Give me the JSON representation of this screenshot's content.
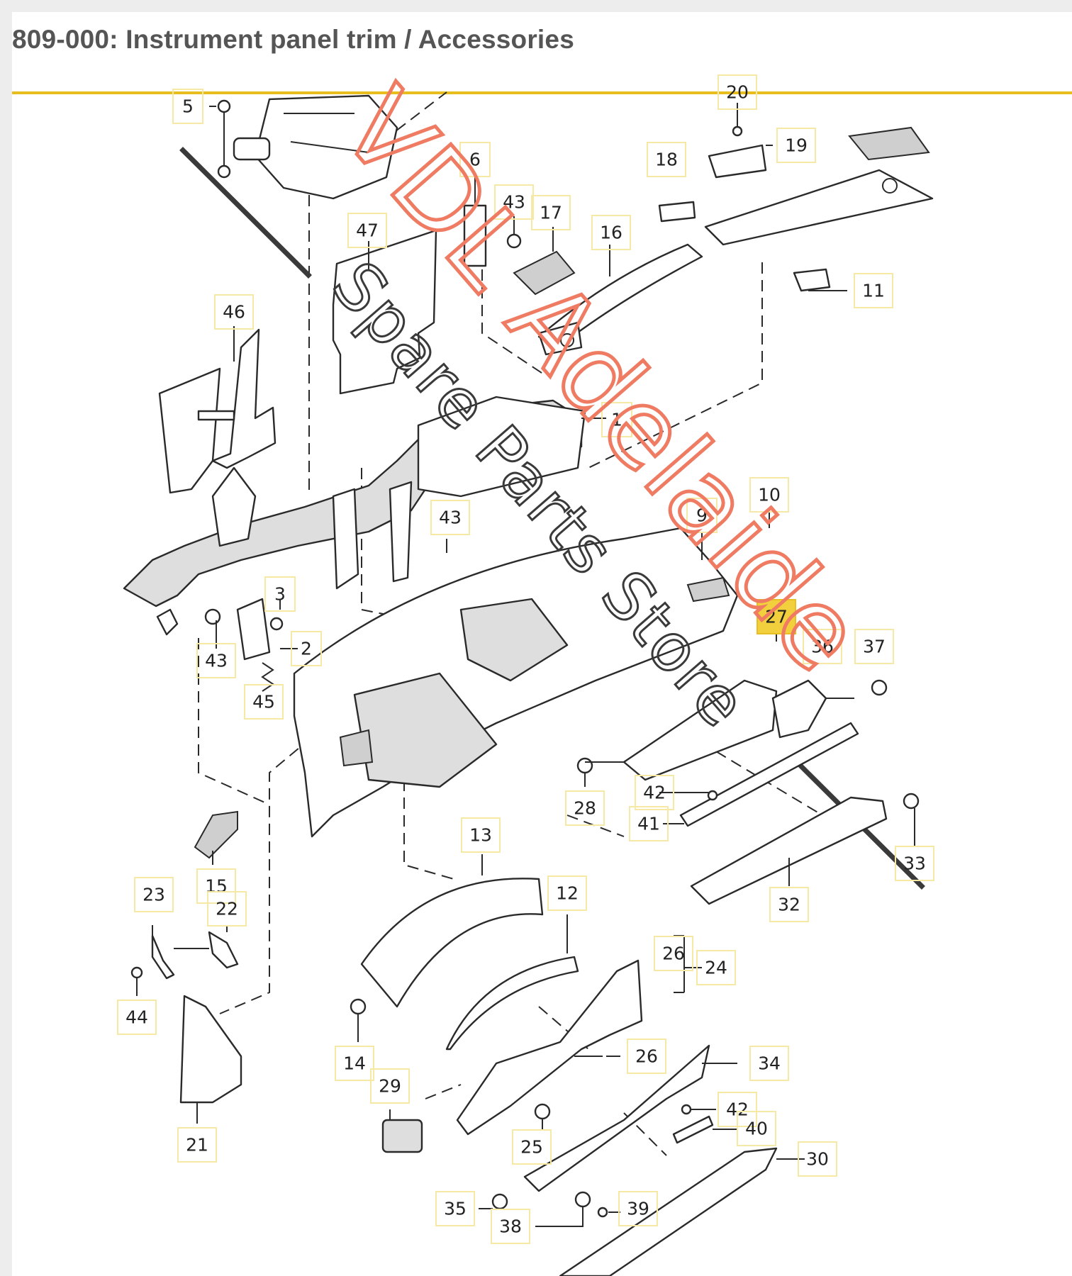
{
  "header": {
    "title": "809-000: Instrument panel trim / Accessories"
  },
  "colors": {
    "accent_rule": "#e8be1f",
    "highlight": "#f2cf3c",
    "watermark": "#ee7b62"
  },
  "watermark": {
    "brand": "VDL Adelaide",
    "tagline": "Spare Parts Store"
  },
  "callouts": [
    {
      "id": "c5",
      "label": "5",
      "highlighted": false
    },
    {
      "id": "c20",
      "label": "20",
      "highlighted": false
    },
    {
      "id": "c6",
      "label": "6",
      "highlighted": false
    },
    {
      "id": "c19",
      "label": "19",
      "highlighted": false
    },
    {
      "id": "c18",
      "label": "18",
      "highlighted": false
    },
    {
      "id": "c43a",
      "label": "43",
      "highlighted": false
    },
    {
      "id": "c17",
      "label": "17",
      "highlighted": false
    },
    {
      "id": "c47",
      "label": "47",
      "highlighted": false
    },
    {
      "id": "c16",
      "label": "16",
      "highlighted": false
    },
    {
      "id": "c11",
      "label": "11",
      "highlighted": false
    },
    {
      "id": "c46",
      "label": "46",
      "highlighted": false
    },
    {
      "id": "c1",
      "label": "1",
      "highlighted": false
    },
    {
      "id": "c10",
      "label": "10",
      "highlighted": false
    },
    {
      "id": "c43b",
      "label": "43",
      "highlighted": false
    },
    {
      "id": "c9",
      "label": "9",
      "highlighted": false
    },
    {
      "id": "c3",
      "label": "3",
      "highlighted": false
    },
    {
      "id": "c27",
      "label": "27",
      "highlighted": true
    },
    {
      "id": "c2",
      "label": "2",
      "highlighted": false
    },
    {
      "id": "c36",
      "label": "36",
      "highlighted": false
    },
    {
      "id": "c37",
      "label": "37",
      "highlighted": false
    },
    {
      "id": "c43c",
      "label": "43",
      "highlighted": false
    },
    {
      "id": "c45",
      "label": "45",
      "highlighted": false
    },
    {
      "id": "c28",
      "label": "28",
      "highlighted": false
    },
    {
      "id": "c42a",
      "label": "42",
      "highlighted": false
    },
    {
      "id": "c41",
      "label": "41",
      "highlighted": false
    },
    {
      "id": "c13",
      "label": "13",
      "highlighted": false
    },
    {
      "id": "c33",
      "label": "33",
      "highlighted": false
    },
    {
      "id": "c15",
      "label": "15",
      "highlighted": false
    },
    {
      "id": "c23",
      "label": "23",
      "highlighted": false
    },
    {
      "id": "c22",
      "label": "22",
      "highlighted": false
    },
    {
      "id": "c12",
      "label": "12",
      "highlighted": false
    },
    {
      "id": "c32",
      "label": "32",
      "highlighted": false
    },
    {
      "id": "c26a",
      "label": "26",
      "highlighted": false
    },
    {
      "id": "c24",
      "label": "24",
      "highlighted": false
    },
    {
      "id": "c44",
      "label": "44",
      "highlighted": false
    },
    {
      "id": "c26b",
      "label": "26",
      "highlighted": false
    },
    {
      "id": "c34",
      "label": "34",
      "highlighted": false
    },
    {
      "id": "c14",
      "label": "14",
      "highlighted": false
    },
    {
      "id": "c29",
      "label": "29",
      "highlighted": false
    },
    {
      "id": "c42b",
      "label": "42",
      "highlighted": false
    },
    {
      "id": "c40",
      "label": "40",
      "highlighted": false
    },
    {
      "id": "c21",
      "label": "21",
      "highlighted": false
    },
    {
      "id": "c25",
      "label": "25",
      "highlighted": false
    },
    {
      "id": "c30",
      "label": "30",
      "highlighted": false
    },
    {
      "id": "c35",
      "label": "35",
      "highlighted": false
    },
    {
      "id": "c39",
      "label": "39",
      "highlighted": false
    },
    {
      "id": "c38",
      "label": "38",
      "highlighted": false
    }
  ]
}
